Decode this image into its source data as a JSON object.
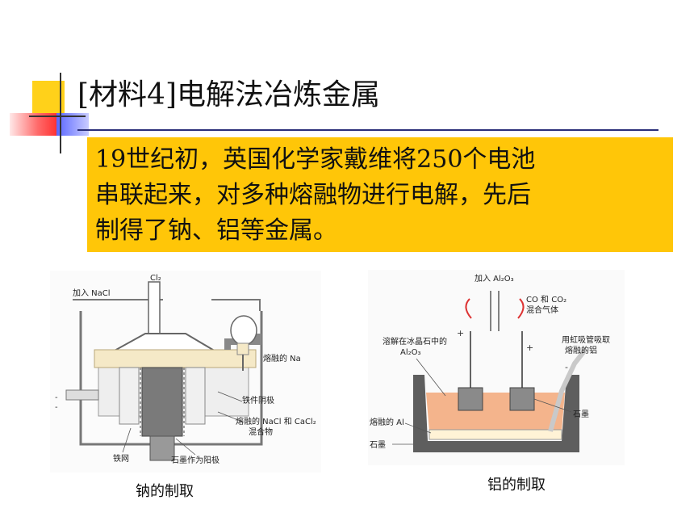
{
  "slide": {
    "title": "[材料4]电解法冶炼金属",
    "paragraph": [
      "19世纪初，英国化学家戴维将250个电池",
      "串联起来，对多种熔融物进行电解，先后",
      "制得了钠、铝等金属。"
    ]
  },
  "sodium_diagram": {
    "caption": "钠的制取",
    "labels": {
      "cl2": "Cl₂",
      "add_nacl": "加入 NaCl",
      "molten_na": "熔融的 Na",
      "iron_cathode": "铁件阴极",
      "molten_mix_1": "熔融的 NaCl 和 CaCl₂",
      "molten_mix_2": "混合物",
      "iron_mesh": "铁网",
      "graphite_anode": "石墨作为阳极"
    }
  },
  "aluminum_diagram": {
    "caption": "铝的制取",
    "labels": {
      "add_al2o3": "加入 Al₂O₃",
      "co_co2_1": "CO 和 CO₂",
      "co_co2_2": "混合气体",
      "dissolved_1": "溶解在冰晶石中的",
      "dissolved_2": "Al₂O₃",
      "siphon_1": "用虹吸管吸取",
      "siphon_2": "熔融的铝",
      "graphite_right": "石墨",
      "molten_al": "熔融的 Al",
      "graphite_left": "石墨"
    }
  },
  "colors": {
    "box": "#ffc608",
    "accent_blue": "#2a2f7a",
    "electrolyte": "#f4b48c"
  }
}
